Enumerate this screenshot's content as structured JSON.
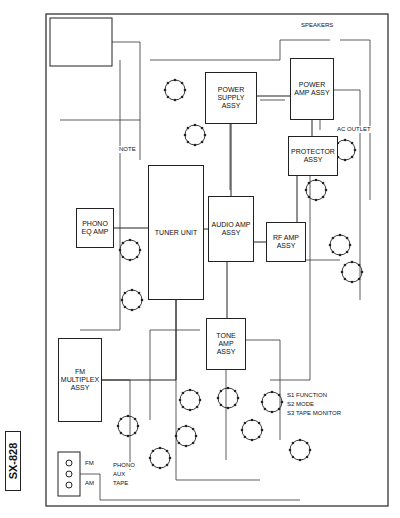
{
  "diagram": {
    "nodes": [
      {
        "text": [
          "FM MULTIPLEX ASSY"
        ]
      },
      {
        "text": [
          "TUNER UNIT"
        ]
      },
      {
        "text": [
          "POWER SUPPLY ASSY"
        ]
      },
      {
        "text": [
          "AUDIO AMP ASSY"
        ]
      },
      {
        "text": [
          "RF AMP ASSY"
        ]
      },
      {
        "text": [
          "PROTECTOR ASSY"
        ]
      },
      {
        "text": [
          "POWER AMP ASSY"
        ]
      },
      {
        "text": [
          "TONE AMP ASSY"
        ]
      },
      {
        "text": [
          "PHONO EQ AMP"
        ]
      }
    ],
    "edges": [
      {
        "from": 0,
        "to": 1,
        "arrow": "none"
      },
      {
        "from": 8,
        "to": 1,
        "arrow": "none"
      },
      {
        "from": 1,
        "to": 3,
        "arrow": "none"
      },
      {
        "from": 3,
        "to": 4,
        "arrow": "none"
      },
      {
        "from": 4,
        "to": 5,
        "arrow": "none"
      },
      {
        "from": 5,
        "to": 6,
        "arrow": "none"
      },
      {
        "from": 2,
        "to": 6,
        "arrow": "none"
      },
      {
        "from": 3,
        "to": 7,
        "arrow": "none"
      },
      {
        "from": 2,
        "to": 3,
        "arrow": "none"
      }
    ],
    "labels": [
      "SX-828",
      "NOTE",
      "S1 FUNCTION",
      "S2 MODE",
      "S3 TAPE MONITOR",
      "FM",
      "AM",
      "PHONO",
      "AUX",
      "TAPE",
      "SPEAKERS",
      "AC OUTLET"
    ]
  }
}
